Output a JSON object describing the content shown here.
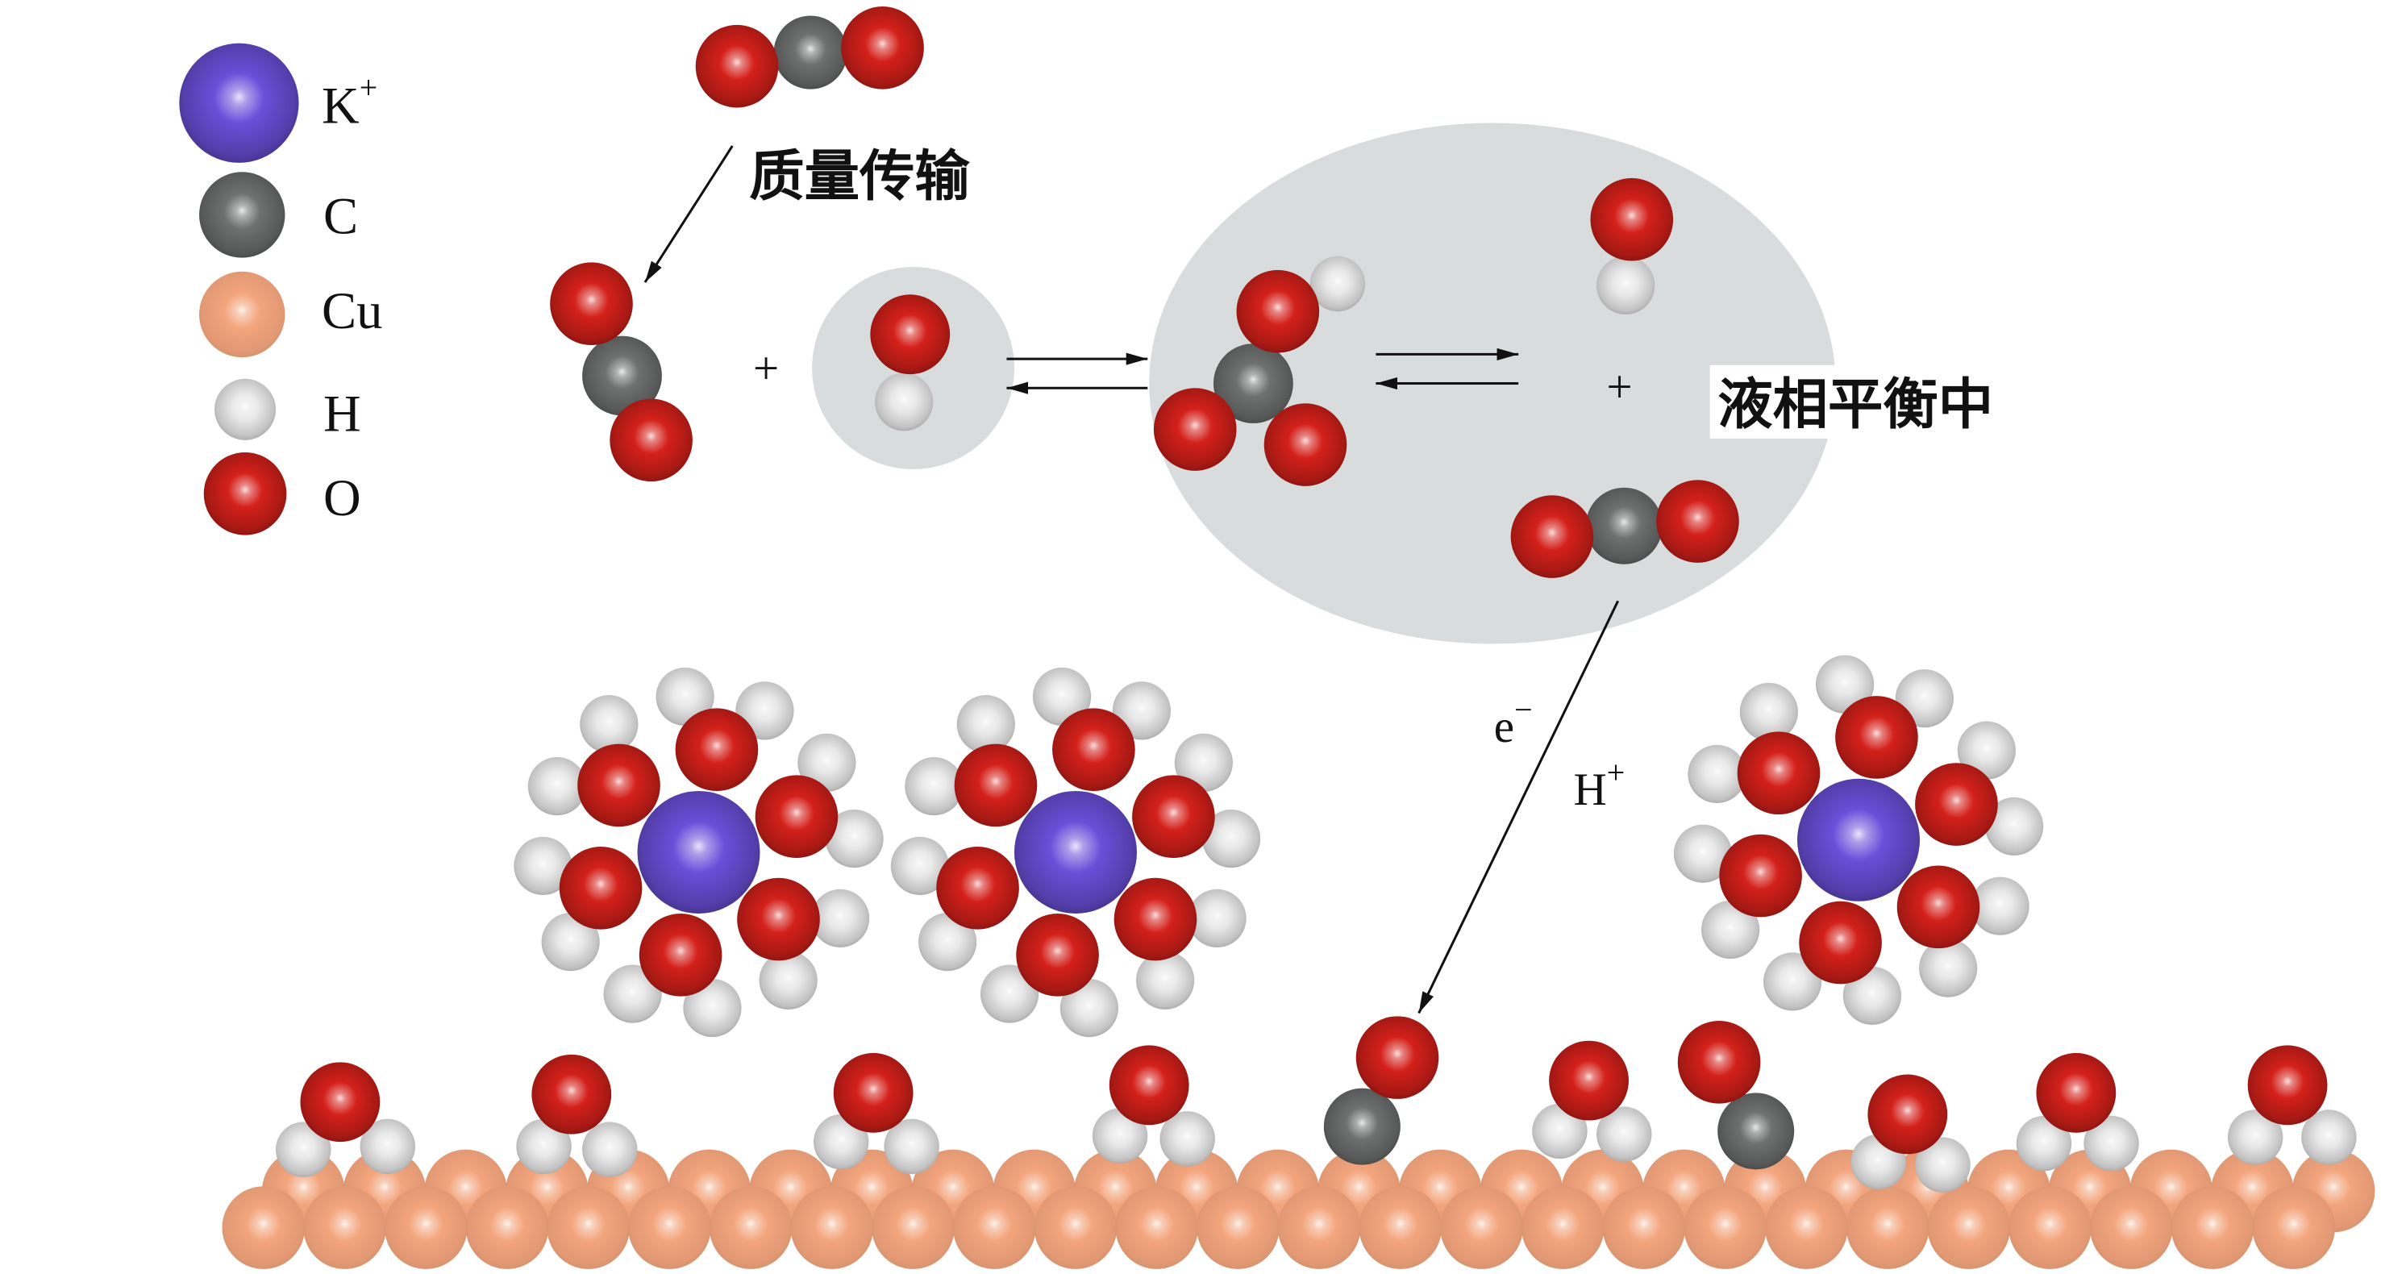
{
  "legend": [
    {
      "label": "K",
      "superscript": "+"
    },
    {
      "label": "C"
    },
    {
      "label": "Cu"
    },
    {
      "label": "H"
    },
    {
      "label": "O"
    }
  ],
  "annotations": {
    "mass_transport": "质量传输",
    "plus_left": "+",
    "plus_right": "+",
    "liquid_phase_equilibrium": "液相平衡中",
    "electron": {
      "symbol": "e",
      "superscript": "−"
    },
    "proton": {
      "symbol": "H",
      "superscript": "+"
    }
  },
  "colors": {
    "potassium": "#6a4fd9",
    "carbon": "#6f7171",
    "copper": "#f3a57d",
    "hydrogen": "#e9e9e9",
    "oxygen": "#d4201a",
    "solvation_shell": "#d8dcdc",
    "label_background": "#ffffff",
    "arrows": "#111111"
  }
}
